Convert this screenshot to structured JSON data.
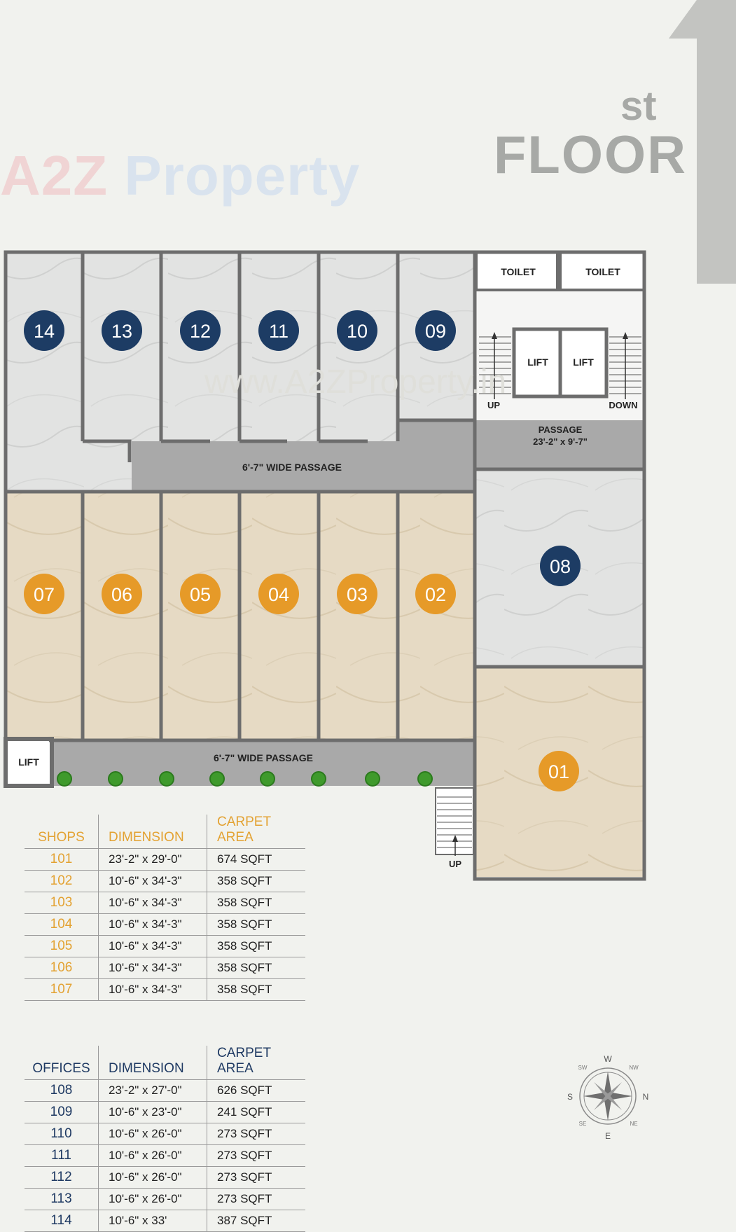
{
  "heading": {
    "floor_number": "1",
    "floor_sup": "st",
    "floor_word": "FLOOR"
  },
  "watermark": {
    "logo_a": "A",
    "logo_2": "2",
    "logo_z": "Z",
    "logo_prop": "Property",
    "url": "www.A2ZProperty.in"
  },
  "plan": {
    "offices": [
      "14",
      "13",
      "12",
      "11",
      "10",
      "09",
      "08"
    ],
    "shops": [
      "07",
      "06",
      "05",
      "04",
      "03",
      "02",
      "01"
    ],
    "toilet_label": "TOILET",
    "lift_label": "LIFT",
    "up_label": "UP",
    "down_label": "DOWN",
    "passage_label": "PASSAGE",
    "passage_dims": "23'-2\" x 9'-7\"",
    "wide_passage_label": "6'-7\" WIDE PASSAGE"
  },
  "colors": {
    "office_badge": "#1d3c64",
    "shop_badge": "#e69a28",
    "wall": "#6d6d6d",
    "passage": "#a9a9a9"
  },
  "shops_table": {
    "headers": [
      "SHOPS",
      "DIMENSION",
      "CARPET AREA"
    ],
    "rows": [
      [
        "101",
        "23'-2\" x 29'-0\"",
        "674 SQFT"
      ],
      [
        "102",
        "10'-6\" x 34'-3\"",
        "358 SQFT"
      ],
      [
        "103",
        "10'-6\" x 34'-3\"",
        "358 SQFT"
      ],
      [
        "104",
        "10'-6\" x 34'-3\"",
        "358 SQFT"
      ],
      [
        "105",
        "10'-6\" x 34'-3\"",
        "358 SQFT"
      ],
      [
        "106",
        "10'-6\" x 34'-3\"",
        "358 SQFT"
      ],
      [
        "107",
        "10'-6\" x 34'-3\"",
        "358 SQFT"
      ]
    ]
  },
  "offices_table": {
    "headers": [
      "OFFICES",
      "DIMENSION",
      "CARPET AREA"
    ],
    "rows": [
      [
        "108",
        "23'-2\" x 27'-0\"",
        "626 SQFT"
      ],
      [
        "109",
        "10'-6\" x 23'-0\"",
        "241 SQFT"
      ],
      [
        "110",
        "10'-6\" x 26'-0\"",
        "273 SQFT"
      ],
      [
        "111",
        "10'-6\" x 26'-0\"",
        "273 SQFT"
      ],
      [
        "112",
        "10'-6\" x 26'-0\"",
        "273 SQFT"
      ],
      [
        "113",
        "10'-6\" x 26'-0\"",
        "273 SQFT"
      ],
      [
        "114",
        "10'-6\" x 33'",
        "387 SQFT"
      ]
    ]
  },
  "compass": {
    "n": "N",
    "s": "S",
    "e": "E",
    "w": "W",
    "nw": "NW",
    "ne": "NE",
    "sw": "SW",
    "se": "SE"
  }
}
